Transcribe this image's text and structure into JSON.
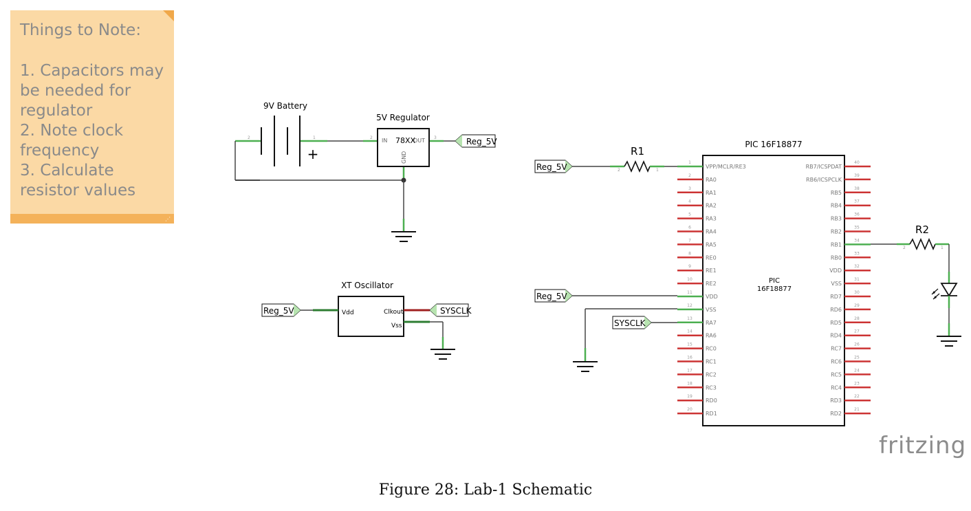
{
  "note": {
    "title": "Things to Note:",
    "lines": [
      "1. Capacitors may",
      "be needed for",
      "regulator",
      "2. Note clock",
      "frequency",
      "3. Calculate",
      "resistor values"
    ]
  },
  "battery": {
    "label": "9V Battery",
    "plus": "+",
    "pin_left": "2",
    "pin_right": "1"
  },
  "regulator": {
    "label": "5V Regulator",
    "part": "78XX",
    "in": "IN",
    "out": "OUT",
    "gnd": "GND",
    "pin_in": "2",
    "pin_out": "3",
    "net_out": "Reg_5V"
  },
  "oscillator": {
    "label": "XT Oscillator",
    "vdd": "Vdd",
    "clkout": "Clkout",
    "vss": "Vss",
    "net_in": "Reg_5V",
    "net_out": "SYSCLK"
  },
  "r1": {
    "label": "R1",
    "net": "Reg_5V",
    "pin_a": "2",
    "pin_b": "1"
  },
  "r2": {
    "label": "R2",
    "pin_a": "2",
    "pin_b": "1"
  },
  "mcu": {
    "title": "PIC 16F18877",
    "center1": "PIC",
    "center2": "16F18877",
    "left_pins": [
      {
        "n": "1",
        "name": "VPP/MCLR/RE3"
      },
      {
        "n": "2",
        "name": "RA0"
      },
      {
        "n": "3",
        "name": "RA1"
      },
      {
        "n": "4",
        "name": "RA2"
      },
      {
        "n": "5",
        "name": "RA3"
      },
      {
        "n": "6",
        "name": "RA4"
      },
      {
        "n": "7",
        "name": "RA5"
      },
      {
        "n": "8",
        "name": "RE0"
      },
      {
        "n": "9",
        "name": "RE1"
      },
      {
        "n": "10",
        "name": "RE2"
      },
      {
        "n": "11",
        "name": "VDD"
      },
      {
        "n": "12",
        "name": "VSS"
      },
      {
        "n": "13",
        "name": "RA7"
      },
      {
        "n": "14",
        "name": "RA6"
      },
      {
        "n": "15",
        "name": "RC0"
      },
      {
        "n": "16",
        "name": "RC1"
      },
      {
        "n": "17",
        "name": "RC2"
      },
      {
        "n": "18",
        "name": "RC3"
      },
      {
        "n": "19",
        "name": "RD0"
      },
      {
        "n": "20",
        "name": "RD1"
      }
    ],
    "right_pins": [
      {
        "n": "40",
        "name": "RB7/ICSPDAT"
      },
      {
        "n": "39",
        "name": "RB6/ICSPCLK"
      },
      {
        "n": "38",
        "name": "RB5"
      },
      {
        "n": "37",
        "name": "RB4"
      },
      {
        "n": "36",
        "name": "RB3"
      },
      {
        "n": "35",
        "name": "RB2"
      },
      {
        "n": "34",
        "name": "RB1"
      },
      {
        "n": "33",
        "name": "RB0"
      },
      {
        "n": "32",
        "name": "VDD"
      },
      {
        "n": "31",
        "name": "VSS"
      },
      {
        "n": "30",
        "name": "RD7"
      },
      {
        "n": "29",
        "name": "RD6"
      },
      {
        "n": "28",
        "name": "RD5"
      },
      {
        "n": "27",
        "name": "RD4"
      },
      {
        "n": "26",
        "name": "RC7"
      },
      {
        "n": "25",
        "name": "RC6"
      },
      {
        "n": "24",
        "name": "RC5"
      },
      {
        "n": "23",
        "name": "RC4"
      },
      {
        "n": "22",
        "name": "RD3"
      },
      {
        "n": "21",
        "name": "RD2"
      }
    ],
    "net_vdd": "Reg_5V",
    "net_ra7": "SYSCLK"
  },
  "logo": "fritzing",
  "caption": "Figure 28: Lab-1 Schematic",
  "colors": {
    "wire_green": "#4caf50",
    "pin_red": "#cc3333",
    "note_bg": "#fbd9a5",
    "note_bar": "#f4b25a",
    "net_flag": "#b7e4b0"
  }
}
